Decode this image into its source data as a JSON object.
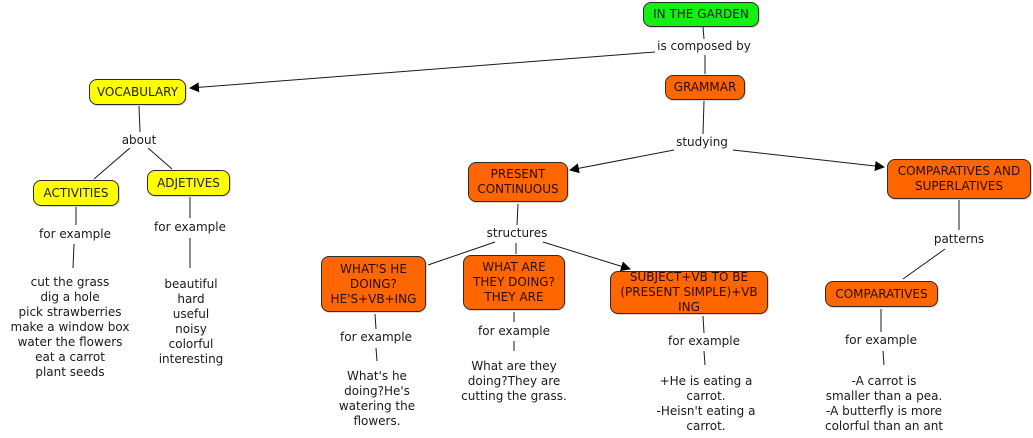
{
  "colors": {
    "root": "#14f014",
    "vocabulary": "#ffff00",
    "grammar": "#ff6600",
    "border": "#2b2b2b",
    "line": "#1a1a1a"
  },
  "nodes": {
    "root": "IN THE GARDEN",
    "grammar": "GRAMMAR",
    "vocabulary": "VOCABULARY",
    "activities": "ACTIVITIES",
    "adjetives": "ADJETIVES",
    "present_continuous": "PRESENT\nCONTINUOUS",
    "comparatives_superlatives": "COMPARATIVES AND\nSUPERLATIVES",
    "whats_he_doing": "WHAT'S HE\nDOING?\nHE'S+VB+ING",
    "what_are_they_doing": "WHAT ARE\nTHEY DOING?\nTHEY ARE",
    "subject_vb": "SUBJECT+VB TO BE\n(PRESENT SIMPLE)+VB ING",
    "comparatives": "COMPARATIVES"
  },
  "links": {
    "is_composed_by": "is composed by",
    "about": "about",
    "studying": "studying",
    "activities_for_example": "for example",
    "adjetives_for_example": "for example",
    "structures": "structures",
    "patterns": "patterns",
    "whats_he_for_example": "for example",
    "what_are_for_example": "for example",
    "subject_for_example": "for example",
    "comparatives_for_example": "for example"
  },
  "examples": {
    "activities": "cut the grass\ndig a hole\npick strawberries\nmake a window box\nwater the flowers\neat a carrot\nplant seeds",
    "adjetives": "beautiful\nhard\nuseful\nnoisy\ncolorful\ninteresting",
    "whats_he_doing": "What's he\ndoing?He's\nwatering the\nflowers.",
    "what_are_they_doing": "What are they\ndoing?They are\ncutting the grass.",
    "subject_vb": "+He is eating a\ncarrot.\n-Heisn't eating a\ncarrot.",
    "comparatives": "-A carrot is\nsmaller than a pea.\n-A butterfly is more\ncolorful than an ant"
  }
}
